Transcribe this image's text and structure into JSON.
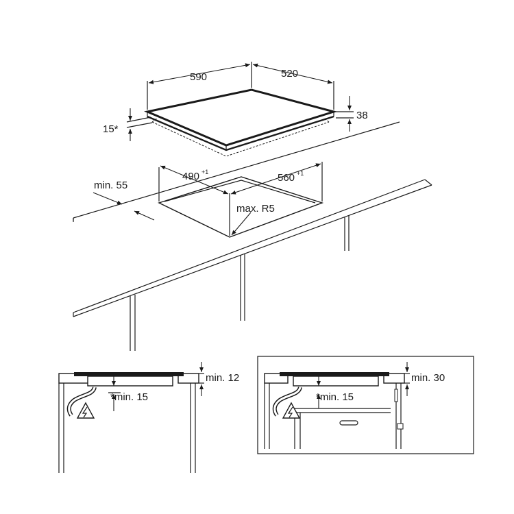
{
  "top_view": {
    "width_label": "590",
    "depth_label": "520",
    "height_label": "38",
    "front_gap_label": "15*"
  },
  "cutout": {
    "front_margin_label": "min. 55",
    "width_label": "490",
    "width_tol": "+1",
    "depth_label": "560",
    "depth_tol": "+1",
    "radius_label": "max. R5"
  },
  "section_left": {
    "top_clearance_label": "min. 12",
    "below_label": "*min. 15"
  },
  "section_right": {
    "top_clearance_label": "min. 30",
    "below_label": "*min. 15"
  }
}
